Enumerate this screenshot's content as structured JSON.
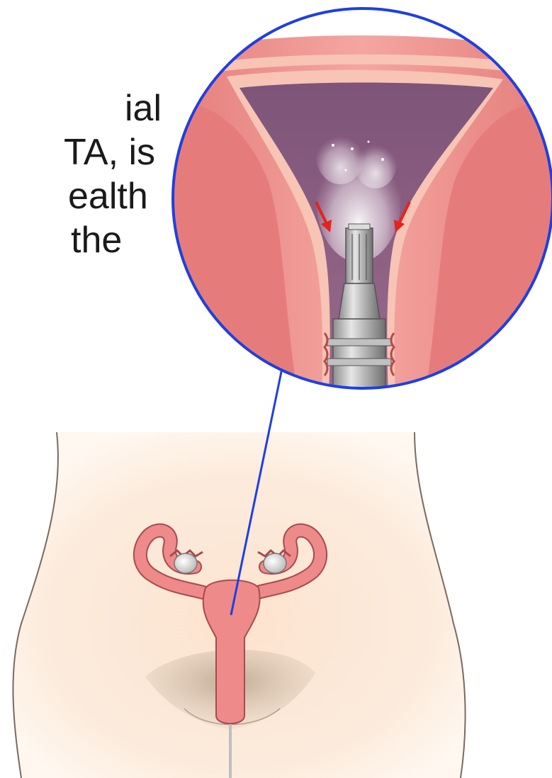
{
  "caption": {
    "lines": [
      "ial",
      "TA, is",
      "ealth",
      "the"
    ]
  },
  "colors": {
    "callout_ring": "#1f3fe0",
    "uterine_wall": "#ec8a88",
    "cavity": "#8a5c80",
    "skin": "#fbe6d4",
    "arrow": "#e4231f"
  },
  "icons": [
    "instrument-probe-icon",
    "inward-arrow-icon"
  ]
}
